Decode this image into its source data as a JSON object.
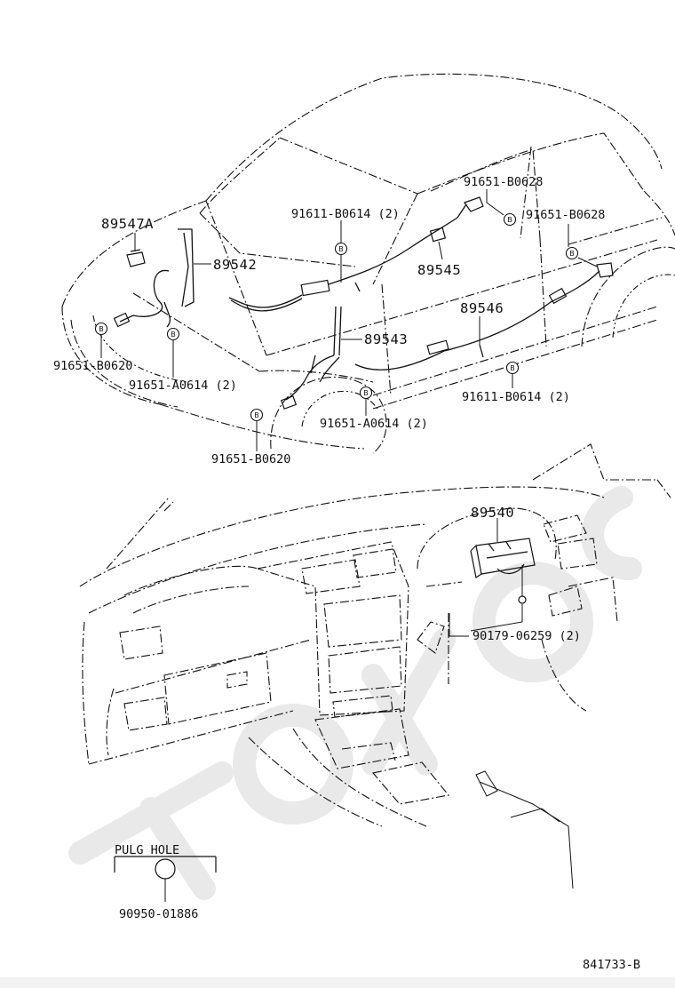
{
  "diagram": {
    "parts": {
      "sensor_front_left": "89547A",
      "wire_front": "89542",
      "wire_front_2": "89543",
      "wire_rear_1": "89545",
      "wire_rear_2": "89546",
      "ecu": "89540"
    },
    "fasteners": {
      "clamp_a": "91611-B0614 (2)",
      "clamp_b": "91651-B0628",
      "clamp_c": "91651-B0628",
      "clamp_d": "91651-B0620",
      "clamp_e": "91651-A0614 (2)",
      "clamp_f": "91651-A0614 (2)",
      "clamp_g": "91611-B0614 (2)",
      "clamp_h": "91651-B0620",
      "bolt_ecu": "90179-06259 (2)"
    },
    "bolt_marker": "B",
    "inset": {
      "title": "PULG HOLE",
      "part": "90950-01886"
    },
    "reference_code": "841733-B"
  }
}
